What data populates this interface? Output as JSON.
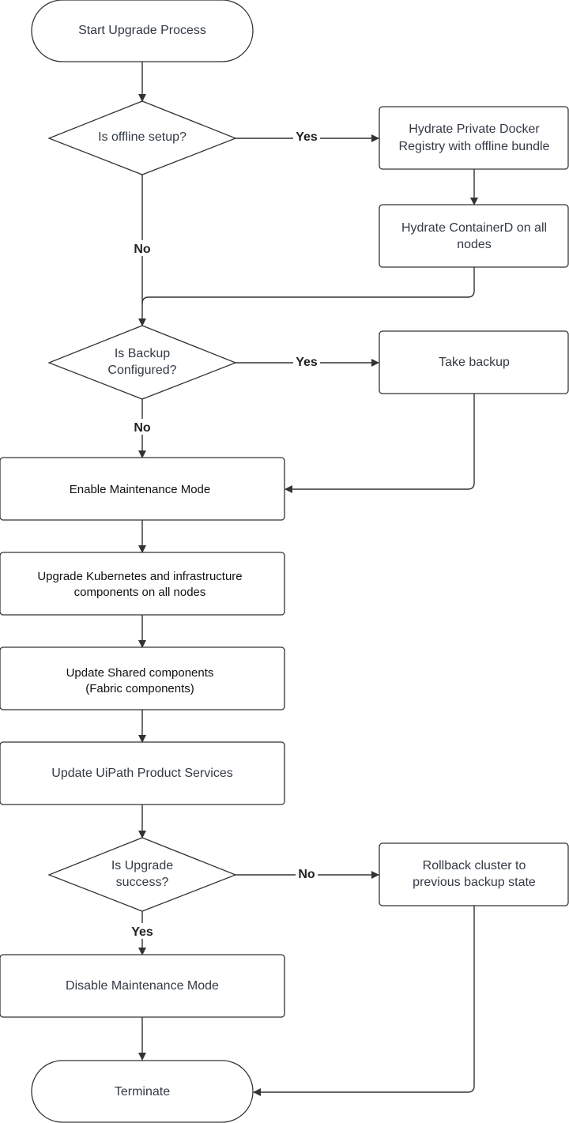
{
  "nodes": {
    "start": "Start Upgrade Process",
    "offline_decision": "Is offline setup?",
    "hydrate_registry": [
      "Hydrate Private Docker",
      "Registry with offline bundle"
    ],
    "hydrate_containerd": [
      "Hydrate ContainerD on all",
      "nodes"
    ],
    "backup_decision": [
      "Is Backup",
      "Configured?"
    ],
    "take_backup": "Take backup",
    "enable_maintenance": "Enable Maintenance Mode",
    "upgrade_k8s": [
      "Upgrade Kubernetes and infrastructure",
      "components on all nodes"
    ],
    "update_shared": [
      "Update Shared components",
      "(Fabric components)"
    ],
    "update_products": "Update UiPath Product Services",
    "success_decision": [
      "Is Upgrade",
      "success?"
    ],
    "rollback": [
      "Rollback cluster to",
      "previous backup state"
    ],
    "disable_maintenance": "Disable Maintenance Mode",
    "terminate": "Terminate"
  },
  "edge_labels": {
    "offline_yes": "Yes",
    "offline_no": "No",
    "backup_yes": "Yes",
    "backup_no": "No",
    "success_no": "No",
    "success_yes": "Yes"
  }
}
